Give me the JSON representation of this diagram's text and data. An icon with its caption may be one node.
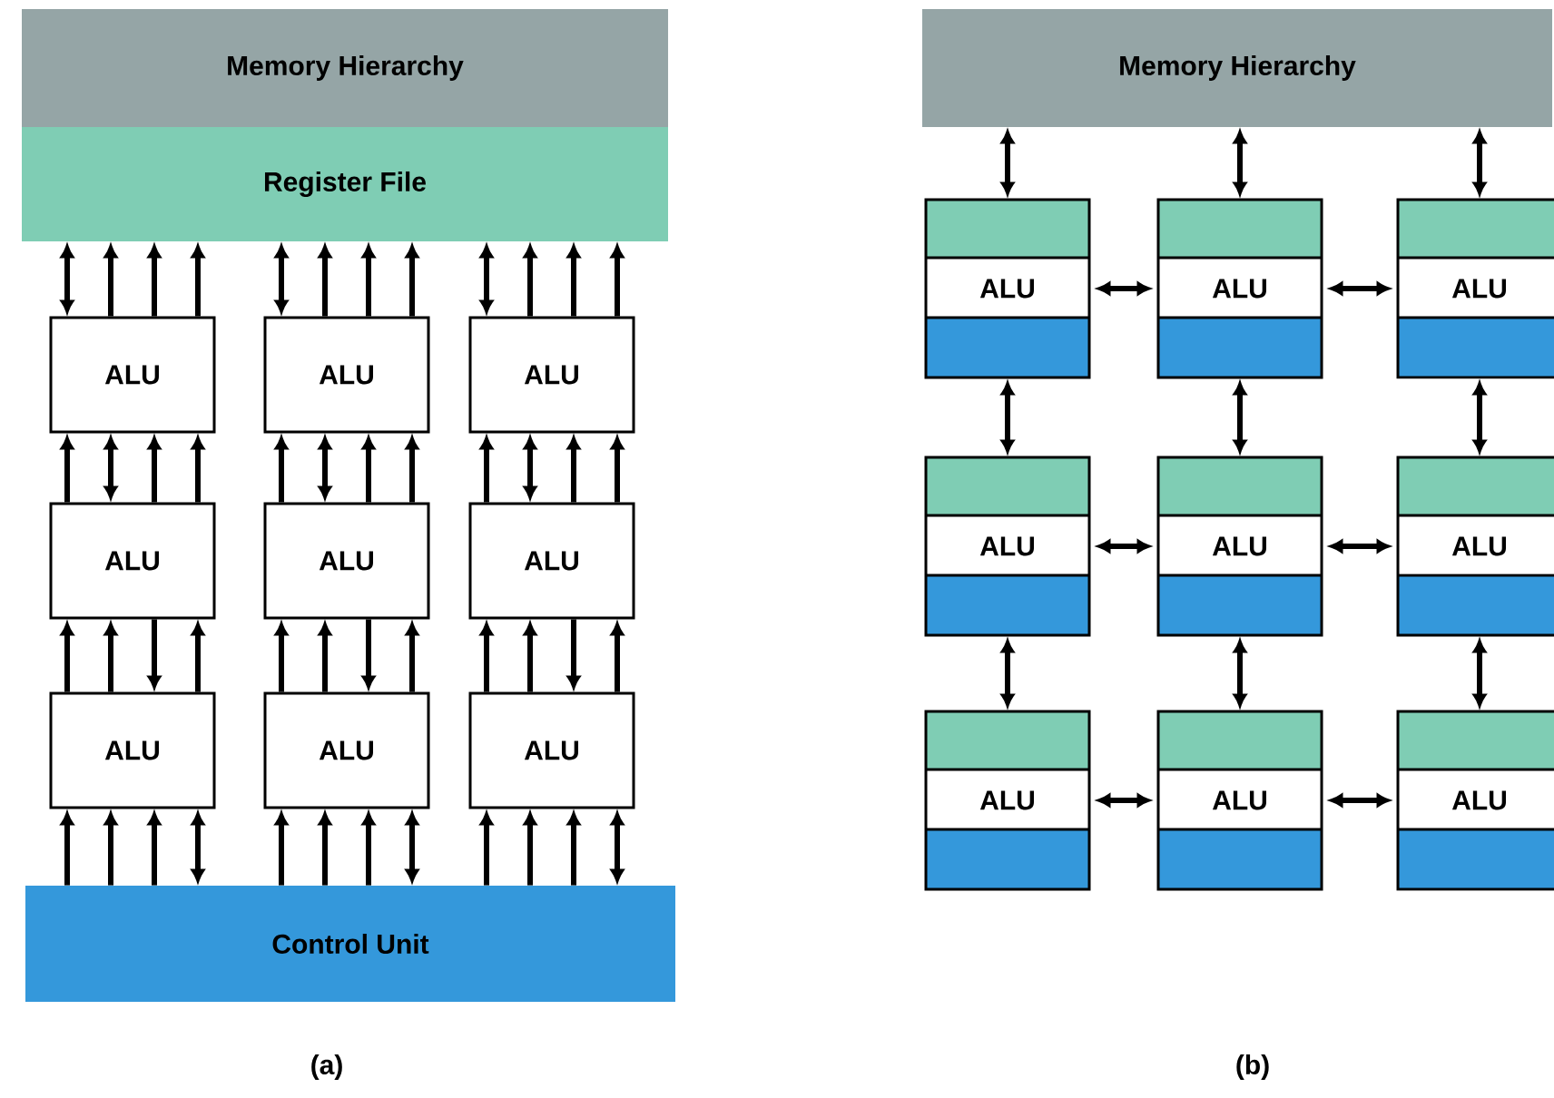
{
  "diagram": {
    "nodes": [
      {
        "text": [
          "Memory Hierarchy"
        ]
      },
      {
        "text": [
          "Register File"
        ]
      },
      {
        "text": [
          "ALU"
        ]
      },
      {
        "text": [
          "ALU"
        ]
      },
      {
        "text": [
          "ALU"
        ]
      },
      {
        "text": [
          "ALU"
        ]
      },
      {
        "text": [
          "ALU"
        ]
      },
      {
        "text": [
          "ALU"
        ]
      },
      {
        "text": [
          "ALU"
        ]
      },
      {
        "text": [
          "ALU"
        ]
      },
      {
        "text": [
          "ALU"
        ]
      },
      {
        "text": [
          "Control Unit"
        ]
      },
      {
        "text": [
          "Memory Hierarchy"
        ]
      },
      {
        "text": [
          "ALU"
        ]
      },
      {
        "text": [
          "ALU"
        ]
      },
      {
        "text": [
          "ALU"
        ]
      },
      {
        "text": [
          "ALU"
        ]
      },
      {
        "text": [
          "ALU"
        ]
      },
      {
        "text": [
          "ALU"
        ]
      },
      {
        "text": [
          "ALU"
        ]
      },
      {
        "text": [
          "ALU"
        ]
      },
      {
        "text": [
          "ALU"
        ]
      }
    ],
    "edges": [
      {
        "from": 1,
        "to": 2,
        "arrow": "both"
      },
      {
        "from": 2,
        "to": 1,
        "arrow": "to"
      },
      {
        "from": 2,
        "to": 1,
        "arrow": "to"
      },
      {
        "from": 2,
        "to": 1,
        "arrow": "to"
      },
      {
        "from": 5,
        "to": 2,
        "arrow": "to"
      },
      {
        "from": 2,
        "to": 5,
        "arrow": "both"
      },
      {
        "from": 5,
        "to": 2,
        "arrow": "to"
      },
      {
        "from": 5,
        "to": 2,
        "arrow": "to"
      },
      {
        "from": 8,
        "to": 5,
        "arrow": "to"
      },
      {
        "from": 8,
        "to": 5,
        "arrow": "to"
      },
      {
        "from": 5,
        "to": 8,
        "arrow": "to"
      },
      {
        "from": 8,
        "to": 5,
        "arrow": "to"
      },
      {
        "from": 11,
        "to": 8,
        "arrow": "to"
      },
      {
        "from": 11,
        "to": 8,
        "arrow": "to"
      },
      {
        "from": 11,
        "to": 8,
        "arrow": "to"
      },
      {
        "from": 11,
        "to": 8,
        "arrow": "both"
      },
      {
        "from": 1,
        "to": 3,
        "arrow": "both"
      },
      {
        "from": 3,
        "to": 1,
        "arrow": "to"
      },
      {
        "from": 3,
        "to": 1,
        "arrow": "to"
      },
      {
        "from": 3,
        "to": 1,
        "arrow": "to"
      },
      {
        "from": 6,
        "to": 3,
        "arrow": "to"
      },
      {
        "from": 3,
        "to": 6,
        "arrow": "both"
      },
      {
        "from": 6,
        "to": 3,
        "arrow": "to"
      },
      {
        "from": 6,
        "to": 3,
        "arrow": "to"
      },
      {
        "from": 9,
        "to": 6,
        "arrow": "to"
      },
      {
        "from": 9,
        "to": 6,
        "arrow": "to"
      },
      {
        "from": 6,
        "to": 9,
        "arrow": "to"
      },
      {
        "from": 9,
        "to": 6,
        "arrow": "to"
      },
      {
        "from": 11,
        "to": 9,
        "arrow": "to"
      },
      {
        "from": 11,
        "to": 9,
        "arrow": "to"
      },
      {
        "from": 11,
        "to": 9,
        "arrow": "to"
      },
      {
        "from": 11,
        "to": 9,
        "arrow": "both"
      },
      {
        "from": 1,
        "to": 4,
        "arrow": "both"
      },
      {
        "from": 4,
        "to": 1,
        "arrow": "to"
      },
      {
        "from": 4,
        "to": 1,
        "arrow": "to"
      },
      {
        "from": 4,
        "to": 1,
        "arrow": "to"
      },
      {
        "from": 7,
        "to": 4,
        "arrow": "to"
      },
      {
        "from": 4,
        "to": 7,
        "arrow": "both"
      },
      {
        "from": 7,
        "to": 4,
        "arrow": "to"
      },
      {
        "from": 7,
        "to": 4,
        "arrow": "to"
      },
      {
        "from": 10,
        "to": 7,
        "arrow": "to"
      },
      {
        "from": 10,
        "to": 7,
        "arrow": "to"
      },
      {
        "from": 7,
        "to": 10,
        "arrow": "to"
      },
      {
        "from": 10,
        "to": 7,
        "arrow": "to"
      },
      {
        "from": 11,
        "to": 10,
        "arrow": "to"
      },
      {
        "from": 11,
        "to": 10,
        "arrow": "to"
      },
      {
        "from": 11,
        "to": 10,
        "arrow": "to"
      },
      {
        "from": 11,
        "to": 10,
        "arrow": "both"
      },
      {
        "from": 12,
        "to": 13,
        "arrow": "both"
      },
      {
        "from": 12,
        "to": 14,
        "arrow": "both"
      },
      {
        "from": 12,
        "to": 15,
        "arrow": "both"
      },
      {
        "from": 13,
        "to": 14,
        "arrow": "both"
      },
      {
        "from": 14,
        "to": 15,
        "arrow": "both"
      },
      {
        "from": 13,
        "to": 16,
        "arrow": "both"
      },
      {
        "from": 14,
        "to": 17,
        "arrow": "both"
      },
      {
        "from": 15,
        "to": 18,
        "arrow": "both"
      },
      {
        "from": 16,
        "to": 17,
        "arrow": "both"
      },
      {
        "from": 17,
        "to": 18,
        "arrow": "both"
      },
      {
        "from": 16,
        "to": 19,
        "arrow": "both"
      },
      {
        "from": 17,
        "to": 20,
        "arrow": "both"
      },
      {
        "from": 18,
        "to": 21,
        "arrow": "both"
      },
      {
        "from": 19,
        "to": 20,
        "arrow": "both"
      },
      {
        "from": 20,
        "to": 21,
        "arrow": "both"
      }
    ],
    "labels": [
      "(a)",
      "(b)"
    ]
  }
}
